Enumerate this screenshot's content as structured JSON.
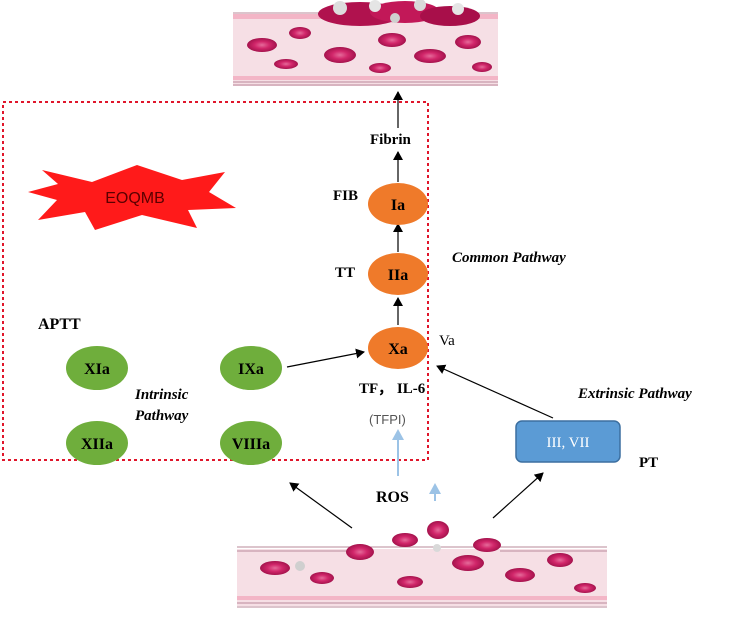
{
  "colors": {
    "frame": "#e0162b",
    "orange_node": "#ef7a2a",
    "green_node": "#6fae3c",
    "blue_box": "#5b9bd5",
    "star": "#ff1a1a",
    "ros_arrow": "#9cc3e6",
    "blood_cell": "#c2185b",
    "vessel": "#f6dfe5"
  },
  "labels": {
    "fibrin": "Fibrin",
    "fib": "FIB",
    "tt": "TT",
    "common_pathway": "Common Pathway",
    "aptt": "APTT",
    "intrinsic_line1": "Intrinsic",
    "intrinsic_line2": "Pathway",
    "extrinsic_pathway": "Extrinsic Pathway",
    "va": "Va",
    "tf_il6": "TF， IL-6",
    "tfpi": "(TFPI)",
    "ros": "ROS",
    "pt": "PT",
    "eoqmb": "EOQMB"
  },
  "nodes": {
    "ia": "Ia",
    "iia": "IIa",
    "xa": "Xa",
    "xia": "XIa",
    "ixa": "IXa",
    "xiia": "XIIa",
    "viiia": "VIIIa",
    "iii_vii": "III, VII"
  },
  "icons": {
    "clot": "blood-clot-icon",
    "vessel_bottom": "blood-vessel-icon",
    "star": "star-burst-icon"
  }
}
